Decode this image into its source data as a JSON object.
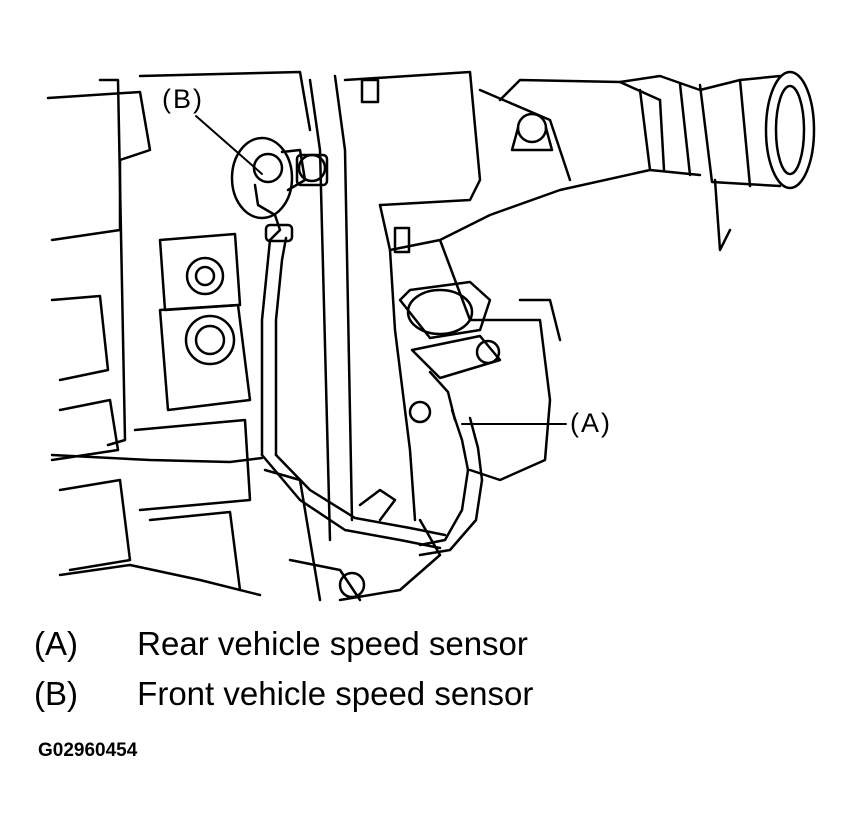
{
  "callouts": {
    "b": "(B)",
    "a": "(A)"
  },
  "legend": [
    {
      "key": "(A)",
      "label": "Rear vehicle speed sensor"
    },
    {
      "key": "(B)",
      "label": "Front vehicle speed sensor"
    }
  ],
  "figure_code": "G02960454"
}
